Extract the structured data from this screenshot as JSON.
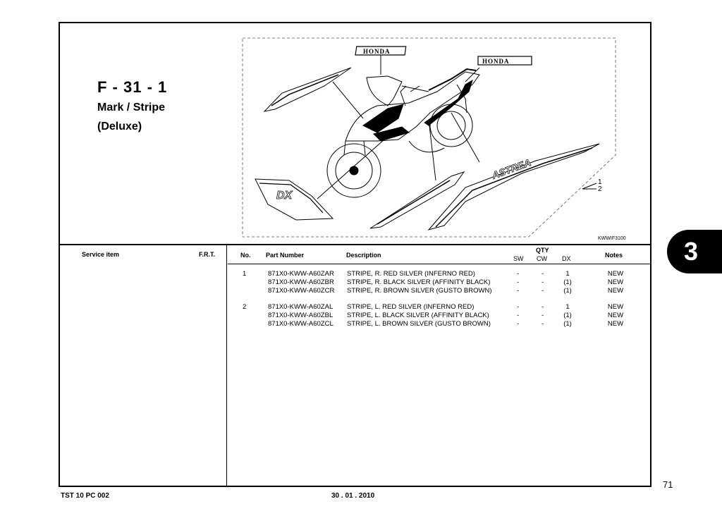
{
  "header": {
    "code": "F - 31 - 1",
    "title": "Mark / Stripe",
    "variant": "(Deluxe)"
  },
  "diagram": {
    "figure_code": "KWWIF3100",
    "callouts": [
      "1",
      "2"
    ],
    "logo_text": "HONDA",
    "stripe_text": "ASTREA",
    "tank_text": "DX"
  },
  "table": {
    "headers": {
      "service_item": "Service item",
      "frt": "F.R.T.",
      "no": "No.",
      "part_number": "Part Number",
      "description": "Description",
      "qty": "QTY",
      "sw": "SW",
      "cw": "CW",
      "dx": "DX",
      "notes": "Notes"
    },
    "rows": [
      {
        "no": "1",
        "part": "871X0-KWW-A60ZAR",
        "desc": "STRIPE, R. RED SILVER (INFERNO RED)",
        "sw": "-",
        "cw": "-",
        "dx": "1",
        "notes": "NEW"
      },
      {
        "no": "",
        "part": "871X0-KWW-A60ZBR",
        "desc": "STRIPE, R. BLACK SILVER (AFFINITY BLACK)",
        "sw": "-",
        "cw": "-",
        "dx": "(1)",
        "notes": "NEW"
      },
      {
        "no": "",
        "part": "871X0-KWW-A60ZCR",
        "desc": "STRIPE, R. BROWN SILVER (GUSTO BROWN)",
        "sw": "-",
        "cw": "-",
        "dx": "(1)",
        "notes": "NEW"
      },
      {
        "no": "2",
        "part": "871X0-KWW-A60ZAL",
        "desc": "STRIPE, L. RED SILVER (INFERNO RED)",
        "sw": "-",
        "cw": "-",
        "dx": "1",
        "notes": "NEW"
      },
      {
        "no": "",
        "part": "871X0-KWW-A60ZBL",
        "desc": "STRIPE, L. BLACK SILVER (AFFINITY BLACK)",
        "sw": "-",
        "cw": "-",
        "dx": "(1)",
        "notes": "NEW"
      },
      {
        "no": "",
        "part": "871X0-KWW-A60ZCL",
        "desc": "STRIPE, L. BROWN SILVER (GUSTO BROWN)",
        "sw": "-",
        "cw": "-",
        "dx": "(1)",
        "notes": "NEW"
      }
    ]
  },
  "section_tab": "3",
  "page_number": "71",
  "footer": {
    "doc_code": "TST 10 PC 002",
    "date": "30 . 01 . 2010"
  }
}
